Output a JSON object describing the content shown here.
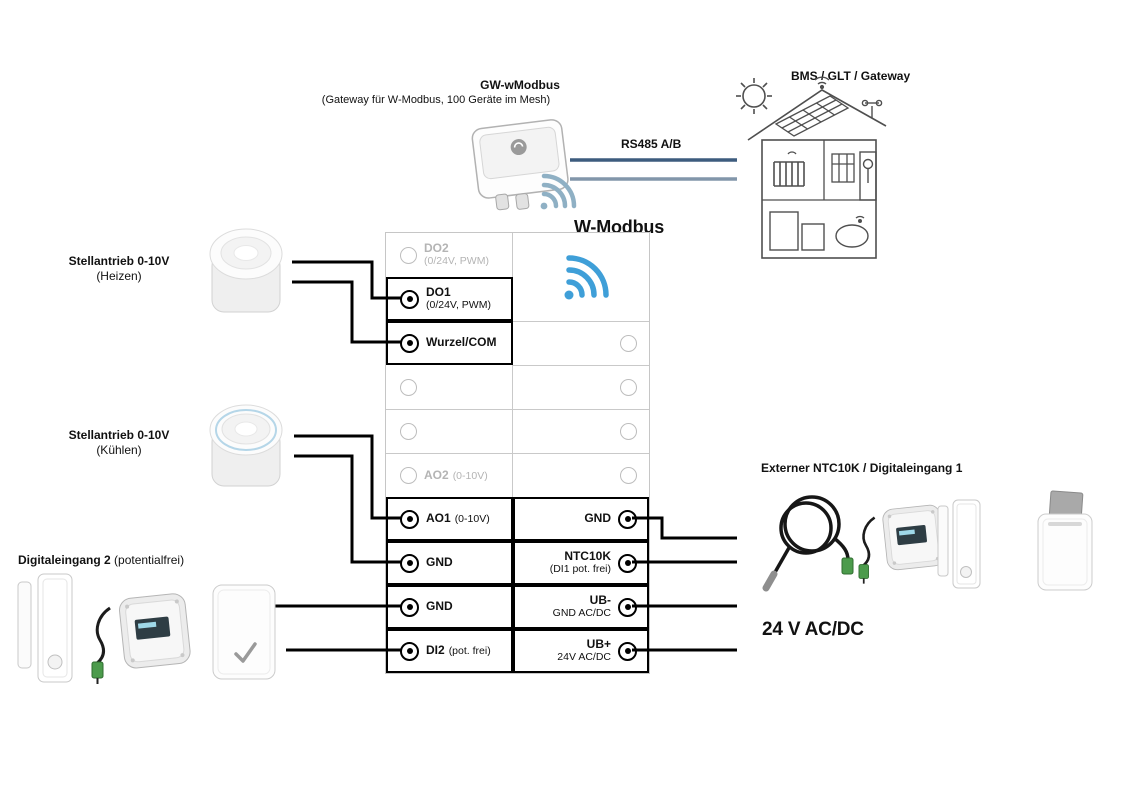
{
  "gateway": {
    "title": "GW-wModbus",
    "subtitle": "(Gateway für W-Modbus, 100 Geräte im Mesh)"
  },
  "bus": {
    "rs485_label": "RS485 A/B",
    "wmodbus_label": "W-Modbus"
  },
  "bms_label": "BMS / GLT / Gateway",
  "power_label": "24 V AC/DC",
  "devices": {
    "actuator_heating": {
      "title": "Stellantrieb 0-10V",
      "sub": "(Heizen)"
    },
    "actuator_cooling": {
      "title": "Stellantrieb 0-10V",
      "sub": "(Kühlen)"
    },
    "digital_input2": {
      "title": "Digitaleingang 2",
      "sub": "(potentialfrei)"
    },
    "external_ntc": {
      "title": "Externer NTC10K / Digitaleingang 1"
    }
  },
  "terminals": {
    "left": [
      {
        "label": "DO2",
        "sub": "(0/24V, PWM)"
      },
      {
        "label": "DO1",
        "sub": "(0/24V, PWM)"
      },
      {
        "label": "Wurzel/COM",
        "sub": ""
      },
      {
        "label": "",
        "sub": ""
      },
      {
        "label": "",
        "sub": ""
      },
      {
        "label": "AO2",
        "sub": "(0-10V)"
      },
      {
        "label": "AO1",
        "sub": "(0-10V)"
      },
      {
        "label": "GND",
        "sub": ""
      },
      {
        "label": "GND",
        "sub": ""
      },
      {
        "label": "DI2",
        "sub": "(pot. frei)"
      }
    ],
    "right": [
      {
        "label": "GND",
        "sub": ""
      },
      {
        "label": "NTC10K",
        "sub": "(DI1 pot. frei)"
      },
      {
        "label": "UB-",
        "sub": "GND AC/DC"
      },
      {
        "label": "UB+",
        "sub": "24V AC/DC"
      }
    ]
  },
  "colors": {
    "accent_blue": "#3f9fd8",
    "gateway_wifi_blue": "#8fb0c4",
    "bus_line_dark": "#3d5c7e",
    "bus_line_light": "#8296aa",
    "wire_black": "#000000",
    "connector_green": "#4c9b4c"
  },
  "icons": {
    "wifi": "radio-arcs-with-dot",
    "terminal_active": "ring-with-center-dot",
    "terminal_inactive": "grey-outline-circle"
  }
}
